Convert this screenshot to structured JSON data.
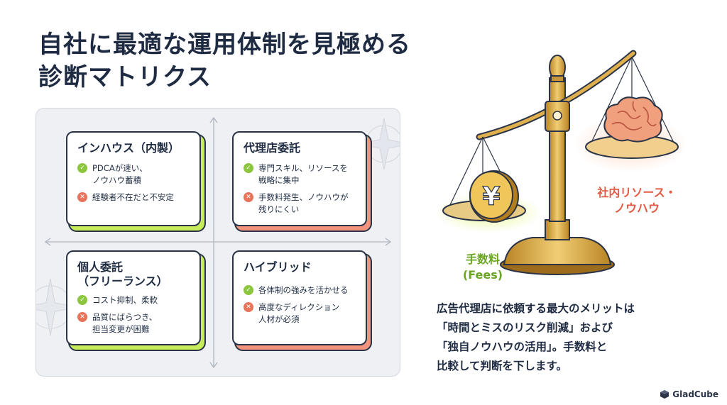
{
  "title": {
    "line1": "自社に最適な運用体制を見極める",
    "line2": "診断マトリクス"
  },
  "cards": {
    "inhouse": {
      "title": "インハウス（内製）",
      "pro": [
        "PDCAが速い、",
        "ノウハウ蓄積"
      ],
      "con": [
        "経験者不在だと不安定"
      ]
    },
    "agency": {
      "title": "代理店委託",
      "pro": [
        "専門スキル、リソースを",
        "戦略に集中"
      ],
      "con": [
        "手数料発生、ノウハウが",
        "残りにくい"
      ]
    },
    "freelance": {
      "title_line1": "個人委託",
      "title_line2": "（フリーランス）",
      "pro": [
        "コスト抑制、柔軟"
      ],
      "con": [
        "品質にばらつき、",
        "担当変更が困難"
      ]
    },
    "hybrid": {
      "title": "ハイブリッド",
      "pro": [
        "各体制の強みを活かせる"
      ],
      "con": [
        "高度なディレクション",
        "人材が必須"
      ]
    }
  },
  "scale": {
    "right_label": [
      "社内リソース・",
      "ノウハウ"
    ],
    "left_label": [
      "手数料",
      "(Fees)"
    ],
    "coin_symbol": "¥"
  },
  "message": [
    "広告代理店に依頼する最大のメリットは",
    "「時間とミスのリスク削減」および",
    "「独自ノウハウの活用」。手数料と",
    "比較して判断を下します。"
  ],
  "logo": {
    "text": "GladCube"
  },
  "colors": {
    "green_accent": "#c6ec5a",
    "coral_accent": "#f1937d",
    "ok_badge": "#8cc63f",
    "ng_badge": "#e8735b",
    "gold": "#d9a441",
    "navy": "#1e2b42"
  },
  "icons": [
    "check-icon",
    "cross-icon",
    "compass-icon",
    "balance-scale-icon",
    "yen-coin-icon",
    "brain-icon",
    "cube-logo-icon"
  ]
}
